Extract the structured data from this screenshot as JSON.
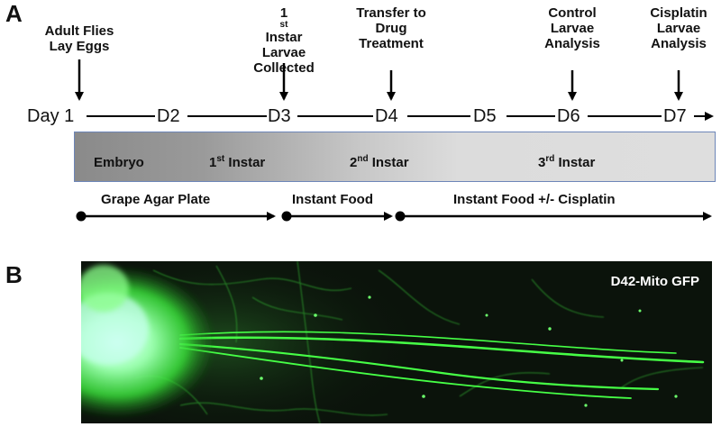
{
  "panel_a": {
    "letter": "A",
    "events": [
      {
        "lines": [
          "Adult Flies",
          "Lay Eggs"
        ],
        "day_index": 0
      },
      {
        "lines": [
          "1st Instar",
          "Larvae",
          "Collected"
        ],
        "day_index": 2,
        "sup_first": {
          "base": "1",
          "sup": "st",
          "rest": " Instar"
        }
      },
      {
        "lines": [
          "Transfer to",
          "Drug",
          "Treatment"
        ],
        "day_index": 3
      },
      {
        "lines": [
          "Control",
          "Larvae",
          "Analysis"
        ],
        "day_index": 5
      },
      {
        "lines": [
          "Cisplatin",
          "Larvae",
          "Analysis"
        ],
        "day_index": 6
      }
    ],
    "day_prefix": "Day",
    "days": [
      "1",
      "D2",
      "D3",
      "D4",
      "D5",
      "D6",
      "D7"
    ],
    "stages": [
      {
        "base": "Embryo",
        "sup": "",
        "rest": ""
      },
      {
        "base": "1",
        "sup": "st",
        "rest": " Instar"
      },
      {
        "base": "2",
        "sup": "nd",
        "rest": " Instar"
      },
      {
        "base": "3",
        "sup": "rd",
        "rest": " Instar"
      }
    ],
    "foods": [
      "Grape Agar Plate",
      "Instant Food",
      "Instant Food +/- Cisplatin"
    ]
  },
  "panel_b": {
    "letter": "B",
    "label": "D42-Mito GFP",
    "colors": {
      "background": "#0b130b",
      "signal": "#3cff3c",
      "core": "#c8fff0"
    }
  }
}
